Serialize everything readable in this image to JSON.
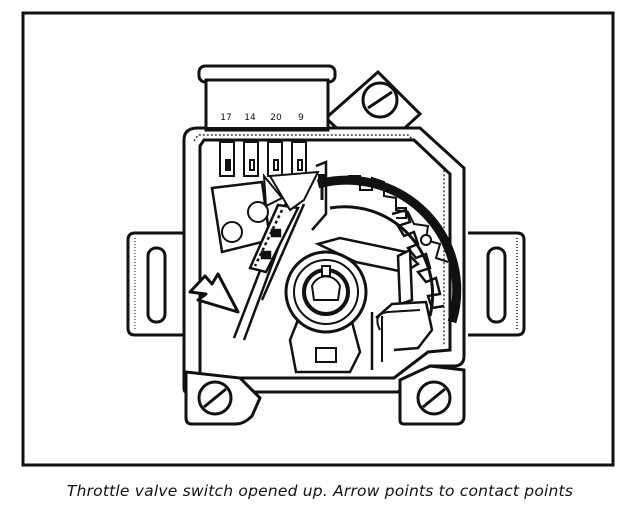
{
  "figure": {
    "pin_labels": [
      "17",
      "14",
      "20",
      "9"
    ],
    "caption": "Throttle valve switch opened up. Arrow points to contact points"
  }
}
